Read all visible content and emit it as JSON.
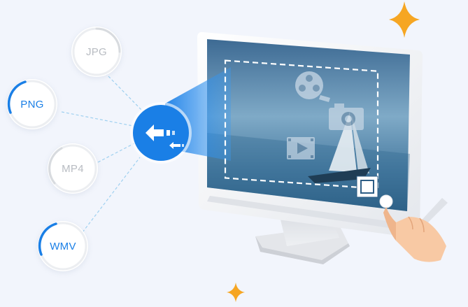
{
  "formats": [
    {
      "label": "JPG",
      "active": false
    },
    {
      "label": "PNG",
      "active": true
    },
    {
      "label": "MP4",
      "active": false
    },
    {
      "label": "WMV",
      "active": true
    }
  ],
  "icons": {
    "arrow": "arrow-left-icon",
    "film_reel": "film-reel-icon",
    "camera": "camera-icon",
    "video": "video-play-icon",
    "crop": "crop-handle-icon",
    "hand": "pointing-hand-icon",
    "sparkle": "sparkle-icon"
  },
  "colors": {
    "accent": "#1a7fe6",
    "accent_light": "#5fb4f7",
    "background": "#f2f5fc",
    "sparkle": "#f6a623",
    "muted": "#b8bcc2"
  }
}
